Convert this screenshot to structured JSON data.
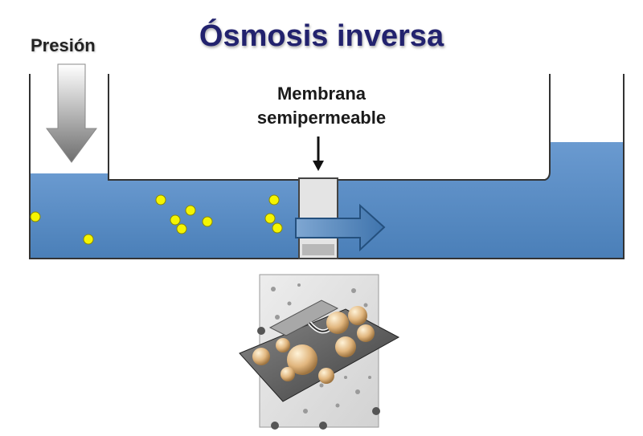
{
  "title": "Ósmosis inversa",
  "pressure_label": "Presión",
  "membrane_label": {
    "line1": "Membrana",
    "line2": "semipermeable"
  },
  "colors": {
    "title": "#22226e",
    "water": "#5b8cc3",
    "water_dark": "#3d6fa8",
    "solute": "#f5f500",
    "flow_arrow": "#4a7fb8",
    "membrane": "#e4e4e4"
  },
  "icons": {
    "pressure_arrow": "arrow-down-icon",
    "membrane_pointer": "arrow-down-icon",
    "flow_arrow": "arrow-right-icon"
  }
}
